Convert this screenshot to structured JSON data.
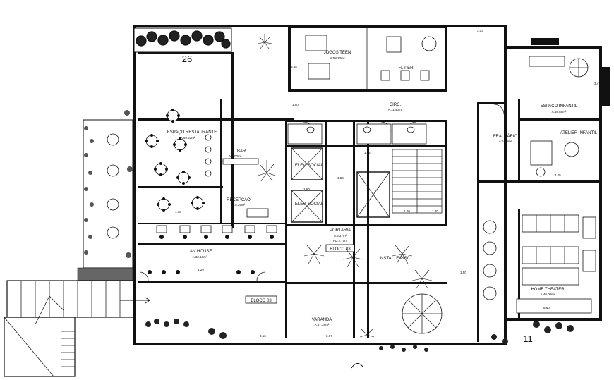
{
  "rooms": {
    "jogos_teen": "JOGOS TEEN",
    "jogos_teen_area": "A:58.20m²",
    "fliper": "FLIPER",
    "espaco_infantil": "ESPAÇO INFANTIL",
    "espaco_infantil_area": "A:58.85m²",
    "espaco_restaurante": "ESPAÇO RESTAURANTE",
    "espaco_restaurante_area": "A:59.62m²",
    "bar": "BAR",
    "bar_area": "A:6.00m²",
    "recepcao": "RECEPÇÃO",
    "recepcao_area": "A:8.35m²",
    "elev_social_1": "ELEV. SOCIAL",
    "elev_social_2": "ELEV. SOCIAL",
    "circ": "CIRC.",
    "circ_area": "A:11.40m²",
    "fraldario": "FRALDÁRIO",
    "fraldario_area": "A:6.00m²",
    "atelier_infantil": "ATELIER INFANTIL",
    "lan_house": "LAN HOUSE",
    "lan_house_area": "A:32.18m²",
    "portaria": "PORTARIA",
    "portaria_area": "A:5.37m²",
    "portaria_pd": "PD:2.70m",
    "bloco_03_a": "BLOCO 03",
    "bloco_03_b": "BLOCO 03",
    "instal": "INSTAL. E PISC.",
    "home_theater": "HOME THEATER",
    "home_theater_area": "A:40.00m²",
    "varanda": "VARANDA",
    "varanda_area": "A:37.28m²"
  },
  "numbers": {
    "n26": "26",
    "n11": "11"
  },
  "dimensions": {
    "d_top": "3.03",
    "d_347": "3.47",
    "d_405": "4.05",
    "d_150a": "1.50",
    "d_150b": "1.50",
    "d_150c": "1.50",
    "d_160": "1.60",
    "d_120a": "1.20",
    "d_120b": "1.20",
    "d_132": "1.32",
    "d_413": "4.13",
    "d_660": "6.60",
    "d_316": "3.16",
    "d_367": "3.67",
    "d_558": "5.58",
    "d_429": "4.29"
  }
}
